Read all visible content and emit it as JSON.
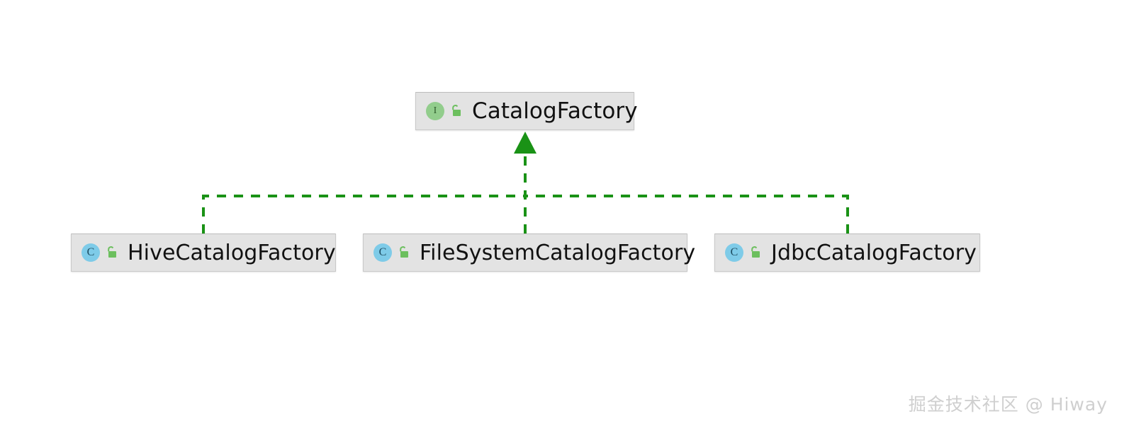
{
  "diagram": {
    "type": "uml-class-diagram",
    "relationship": "realization",
    "accent_color": "#1a9216",
    "node_fill": "#e3e3e3",
    "node_border": "#c9c9c9",
    "interface_icon_color": "#92cd8c",
    "class_icon_color": "#7ecbe8",
    "lock_color": "#6cbf5e",
    "nodes": [
      {
        "id": "catalog-factory",
        "label": "CatalogFactory",
        "stereotype": "interface",
        "type_glyph": "I",
        "visibility": "public",
        "lock_icon": "unlocked-icon"
      },
      {
        "id": "hive-catalog-factory",
        "label": "HiveCatalogFactory",
        "stereotype": "class",
        "type_glyph": "C",
        "visibility": "public",
        "lock_icon": "unlocked-icon"
      },
      {
        "id": "filesystem-catalog-factory",
        "label": "FileSystemCatalogFactory",
        "stereotype": "class",
        "type_glyph": "C",
        "visibility": "public",
        "lock_icon": "unlocked-icon"
      },
      {
        "id": "jdbc-catalog-factory",
        "label": "JdbcCatalogFactory",
        "stereotype": "class",
        "type_glyph": "C",
        "visibility": "public",
        "lock_icon": "unlocked-icon"
      }
    ],
    "edges": [
      {
        "from": "hive-catalog-factory",
        "to": "catalog-factory",
        "style": "dashed",
        "arrow": "closed-triangle"
      },
      {
        "from": "filesystem-catalog-factory",
        "to": "catalog-factory",
        "style": "dashed",
        "arrow": "closed-triangle"
      },
      {
        "from": "jdbc-catalog-factory",
        "to": "catalog-factory",
        "style": "dashed",
        "arrow": "closed-triangle"
      }
    ]
  },
  "watermark": {
    "text": "掘金技术社区 @ Hiway"
  }
}
